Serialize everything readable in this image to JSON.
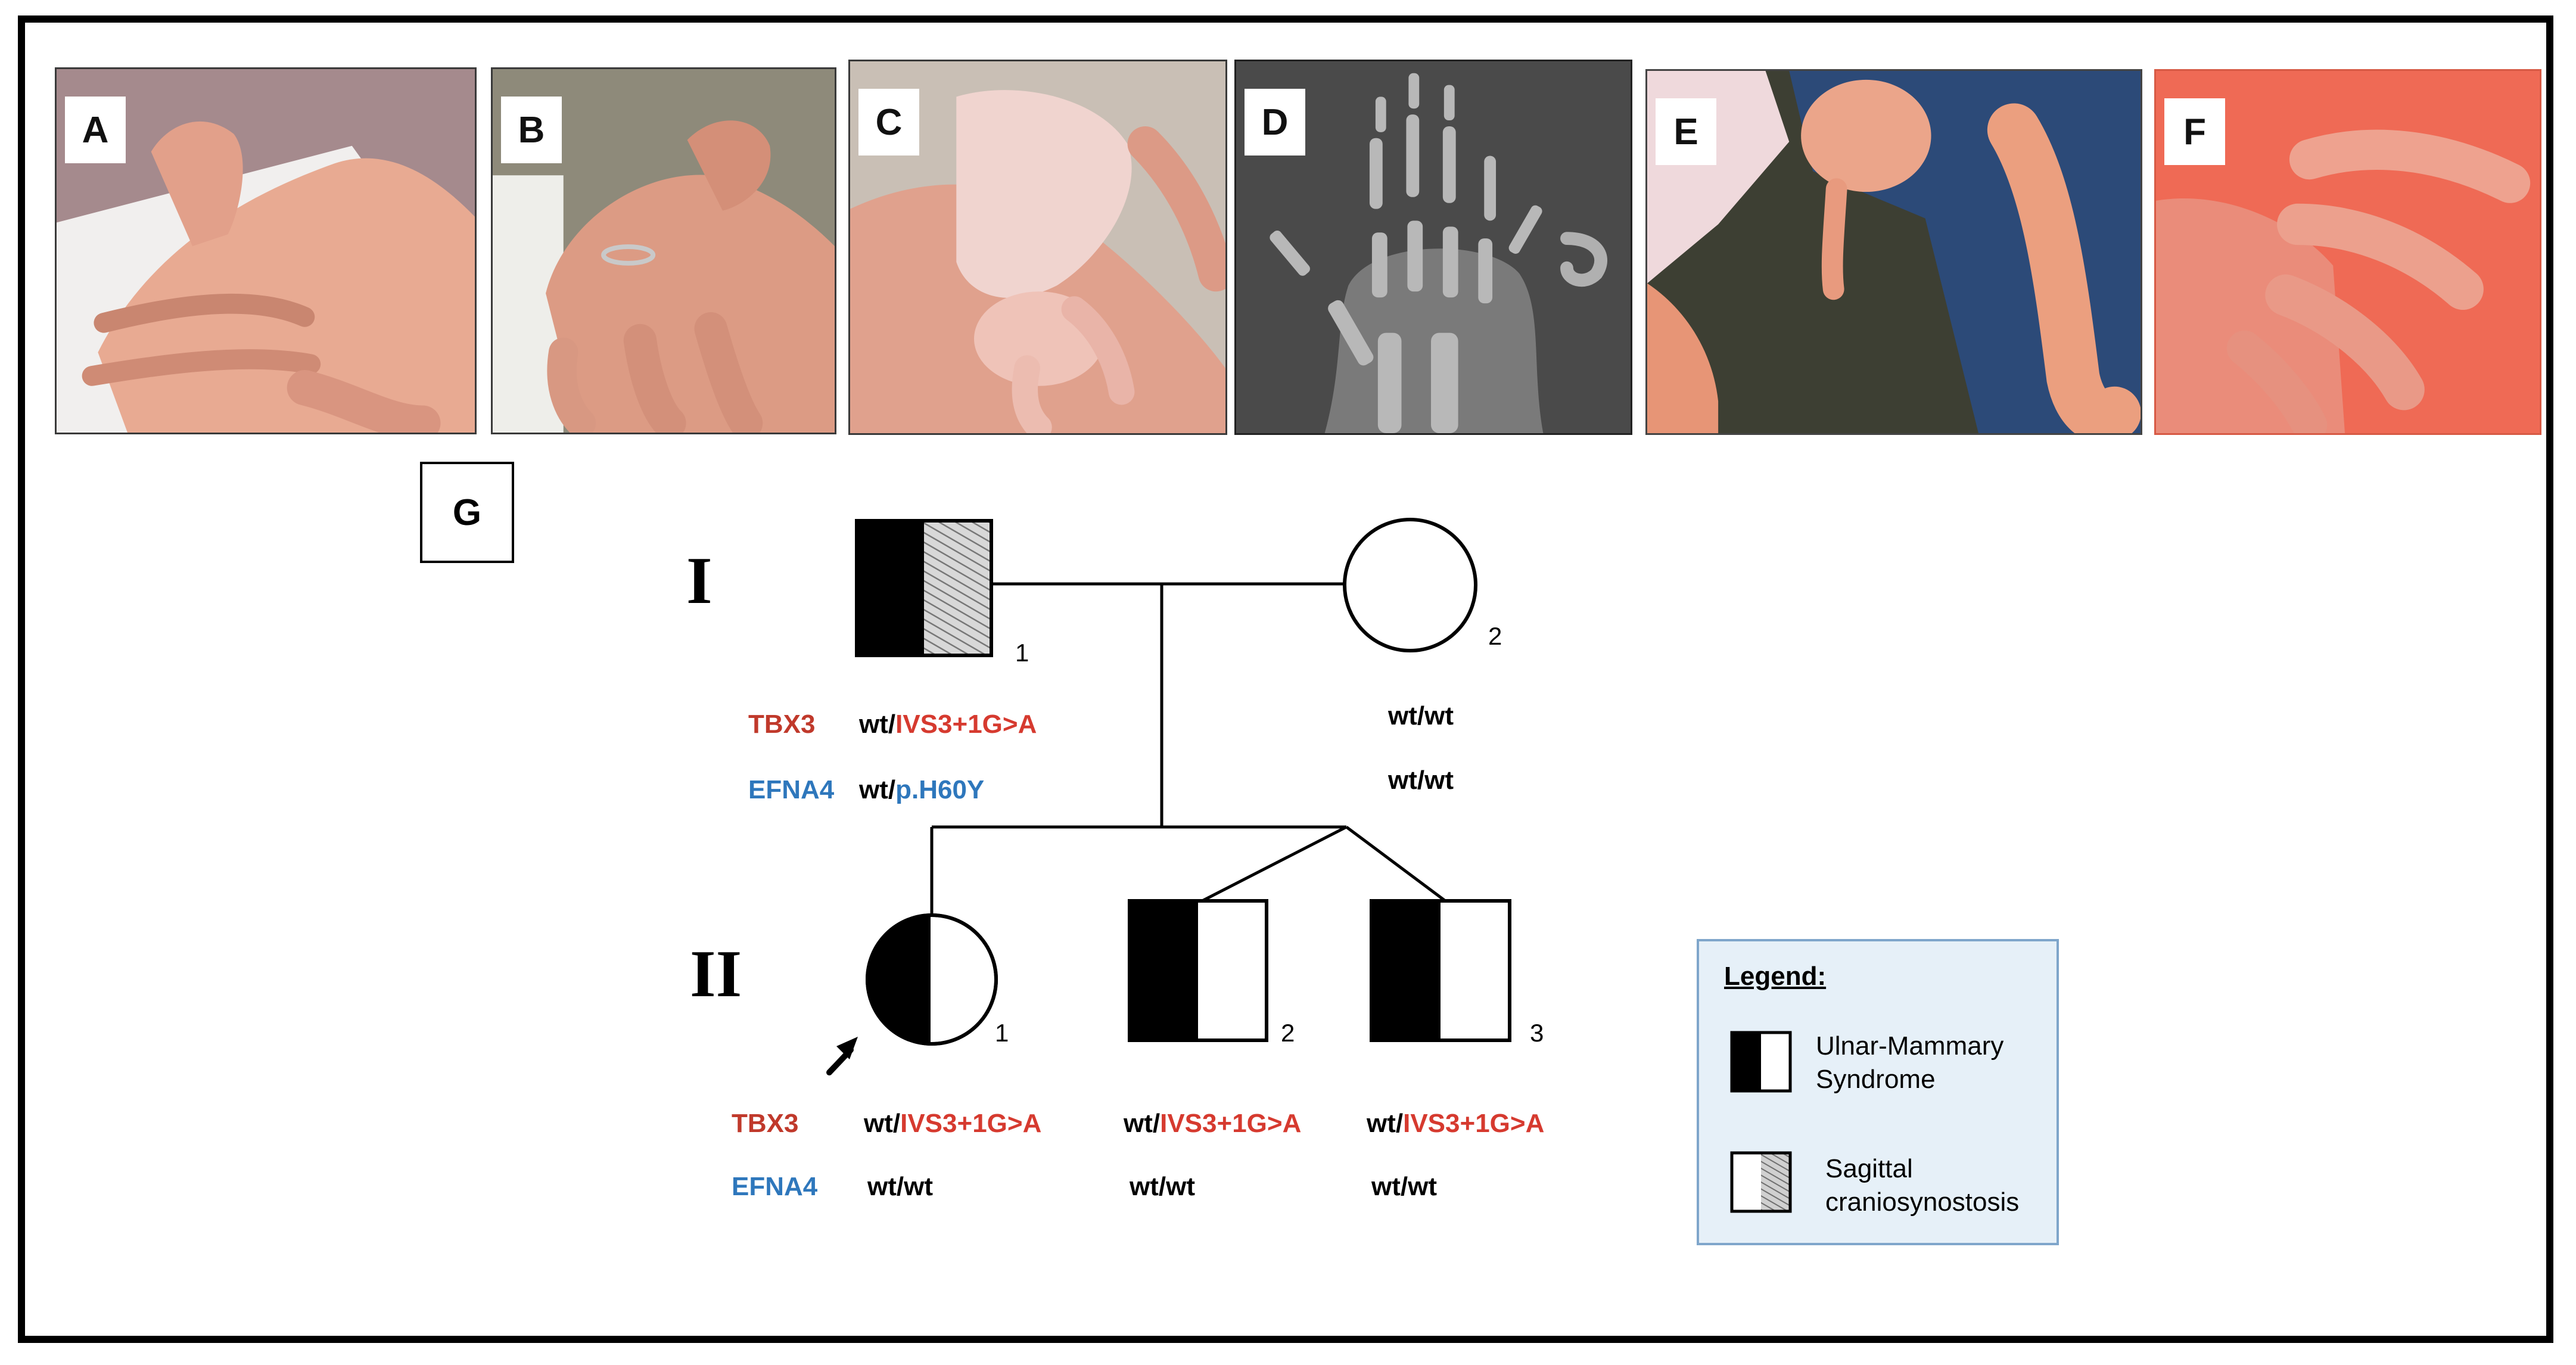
{
  "panels": {
    "a": "A",
    "b": "B",
    "c": "C",
    "d": "D",
    "e": "E",
    "f": "F",
    "g": "G"
  },
  "photos": [
    {
      "id": "A",
      "depicts": "adult hand dorsal view"
    },
    {
      "id": "B",
      "depicts": "adult hand palmar view with ring"
    },
    {
      "id": "C",
      "depicts": "infant hand held in adult hand"
    },
    {
      "id": "D",
      "depicts": "infant hand radiograph"
    },
    {
      "id": "E",
      "depicts": "infant hand over jeans"
    },
    {
      "id": "F",
      "depicts": "infant fingers close-up"
    }
  ],
  "pedigree": {
    "generations": [
      "I",
      "II"
    ],
    "gene_labels": {
      "tbx3": "TBX3",
      "efna4": "EFNA4"
    },
    "individuals": [
      {
        "id": "I-1",
        "number": "1",
        "sex": "male",
        "tbx3": {
          "wt": "wt/",
          "mut": "IVS3+1G>A"
        },
        "efna4": {
          "wt": "wt/",
          "mut": "p.H60Y"
        }
      },
      {
        "id": "I-2",
        "number": "2",
        "sex": "female",
        "tbx3": {
          "wt": "wt/wt"
        },
        "efna4": {
          "wt": "wt/wt"
        }
      },
      {
        "id": "II-1",
        "number": "1",
        "sex": "female",
        "proband": true,
        "tbx3": {
          "wt": "wt/",
          "mut": "IVS3+1G>A"
        },
        "efna4": {
          "wt": "wt/wt"
        }
      },
      {
        "id": "II-2",
        "number": "2",
        "sex": "male",
        "twin": true,
        "tbx3": {
          "wt": "wt/",
          "mut": "IVS3+1G>A"
        },
        "efna4": {
          "wt": "wt/wt"
        }
      },
      {
        "id": "II-3",
        "number": "3",
        "sex": "male",
        "twin": true,
        "tbx3": {
          "wt": "wt/",
          "mut": "IVS3+1G>A"
        },
        "efna4": {
          "wt": "wt/wt"
        }
      }
    ]
  },
  "legend": {
    "title": "Legend:",
    "items": [
      {
        "label_line1": "Ulnar-Mammary",
        "label_line2": "Syndrome",
        "symbol": "half-black-square"
      },
      {
        "label_line1": "Sagittal",
        "label_line2": "craniosynostosis",
        "symbol": "half-hatched-square"
      }
    ]
  },
  "colors": {
    "tbx3": "#c0392b",
    "mutation": "#d63a2f",
    "efna4": "#2e77bc",
    "efna4_variant": "#2e77bc",
    "legend_bg": "#e6f0f8",
    "legend_border": "#7fa6cb"
  }
}
